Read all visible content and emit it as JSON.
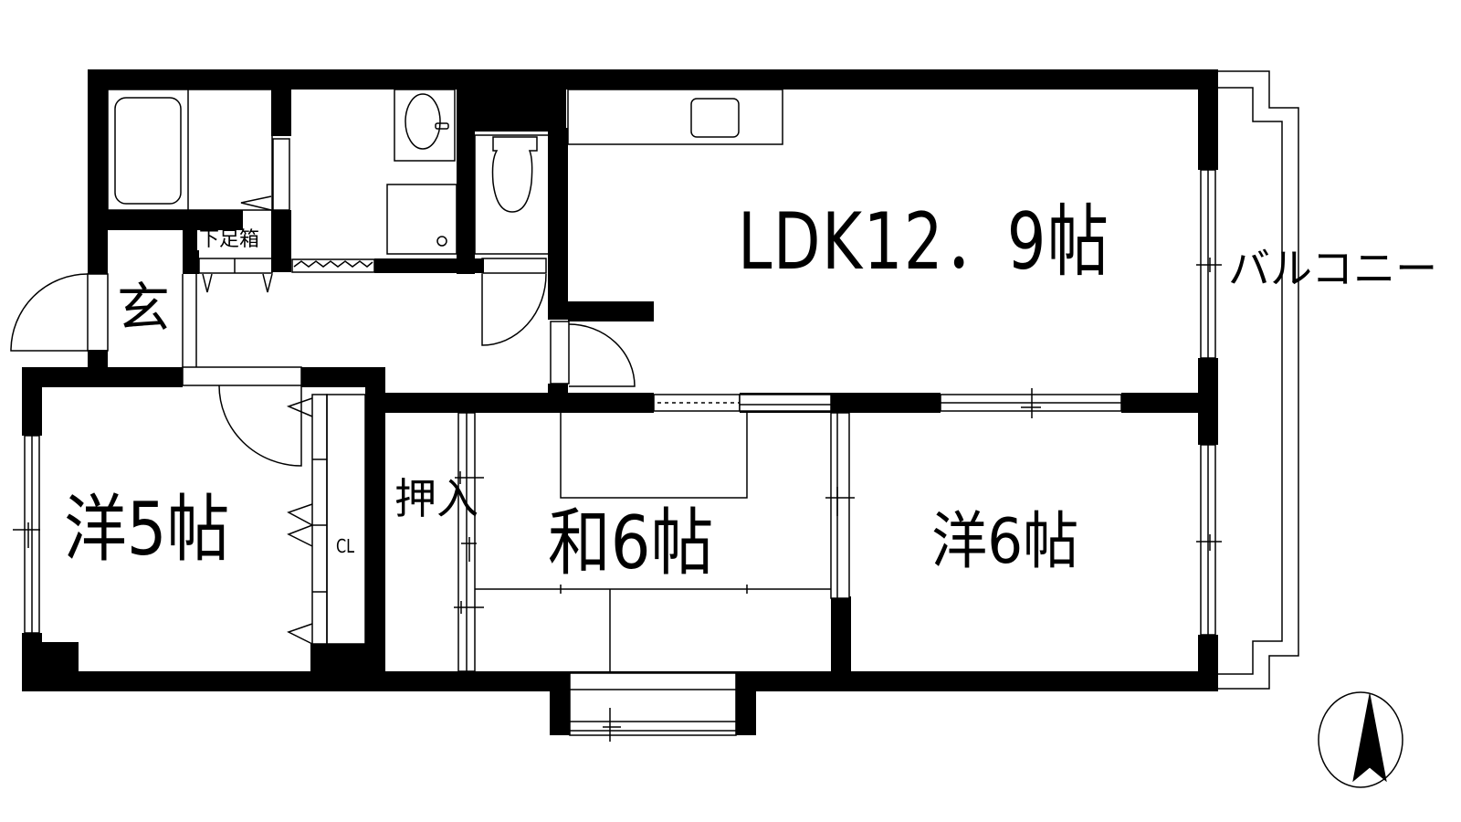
{
  "floor_plan": {
    "rooms": [
      {
        "id": "ldk",
        "label": "LDK12．9帖"
      },
      {
        "id": "western-5",
        "label": "洋5帖"
      },
      {
        "id": "japanese-6",
        "label": "和6帖"
      },
      {
        "id": "western-6",
        "label": "洋6帖"
      },
      {
        "id": "entrance",
        "label": "玄"
      },
      {
        "id": "oshiire",
        "label": "押入"
      },
      {
        "id": "closet",
        "label": "CL"
      },
      {
        "id": "shoe-box",
        "label": "下足箱"
      },
      {
        "id": "balcony",
        "label": "バルコニー"
      }
    ],
    "fixtures": [
      "bathtub",
      "washbasin",
      "washing-machine-pan",
      "toilet",
      "kitchen-sink"
    ],
    "compass": {
      "direction": "north-up"
    },
    "colors": {
      "wall": "#000000",
      "background": "#ffffff"
    }
  }
}
